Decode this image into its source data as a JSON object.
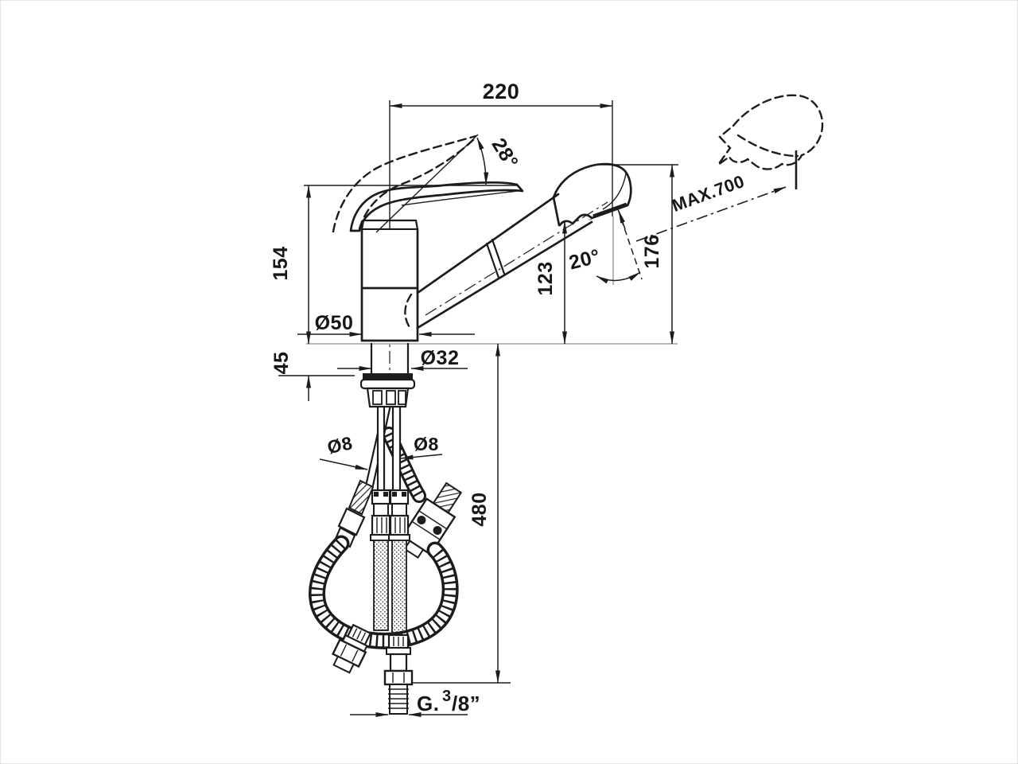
{
  "drawing": {
    "colors": {
      "background": "#ffffff",
      "line": "#1c1c1c",
      "reference_line": "#8f8f8f"
    },
    "dimensions": {
      "width_220": "220",
      "handle_angle": "28°",
      "max_pullout": "MAX.700",
      "height_154": "154",
      "height_176": "176",
      "height_123": "123",
      "spray_angle": "20°",
      "base_diameter": "Ø50",
      "deck_45": "45",
      "shank_diameter": "Ø32",
      "hose_diameter_left": "Ø8",
      "hose_diameter_right": "Ø8",
      "hose_length_480": "480",
      "thread_prefix": "G.",
      "thread_numerator": "3",
      "thread_suffix": "/8”"
    }
  }
}
